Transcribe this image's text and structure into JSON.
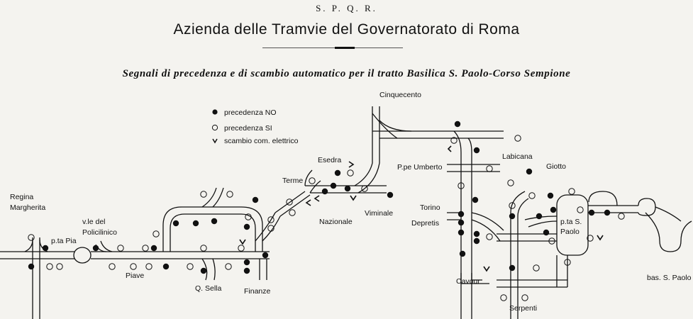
{
  "header": {
    "spqr": "S. P. Q. R.",
    "title": "Azienda delle Tramvie del Governatorato di Roma",
    "subtitle": "Segnali di precedenza e di scambio automatico per il tratto Basilica S. Paolo-Corso Sempione"
  },
  "legend": {
    "items": [
      {
        "symbol": "filled-circle",
        "label": "precedenza NO"
      },
      {
        "symbol": "open-circle",
        "label": "precedenza SI"
      },
      {
        "symbol": "chevron",
        "label": "scambio com. elettrico"
      }
    ]
  },
  "stations": {
    "regina": "Regina",
    "margherita": "Margherita",
    "pta_pia": "p.ta Pia",
    "vle_del": "v.le del",
    "policilinico": "Policilinico",
    "piave": "Piave",
    "q_sella": "Q. Sella",
    "finanze": "Finanze",
    "terme": "Terme",
    "esedra": "Esedra",
    "nazionale": "Nazionale",
    "viminale": "Viminale",
    "cinquecento": "Cinquecento",
    "ppe_umberto": "P.pe Umberto",
    "torino": "Torino",
    "depretis": "Depretis",
    "cavour": "Cavour",
    "labicana": "Labicana",
    "giotto": "Giotto",
    "pta_s": "p.ta S.",
    "paolo": "Paolo",
    "serpenti": "Serpenti",
    "bas_s_paolo": "bas. S. Paolo"
  },
  "colors": {
    "ink": "#111111",
    "paper": "#f4f3ef"
  }
}
